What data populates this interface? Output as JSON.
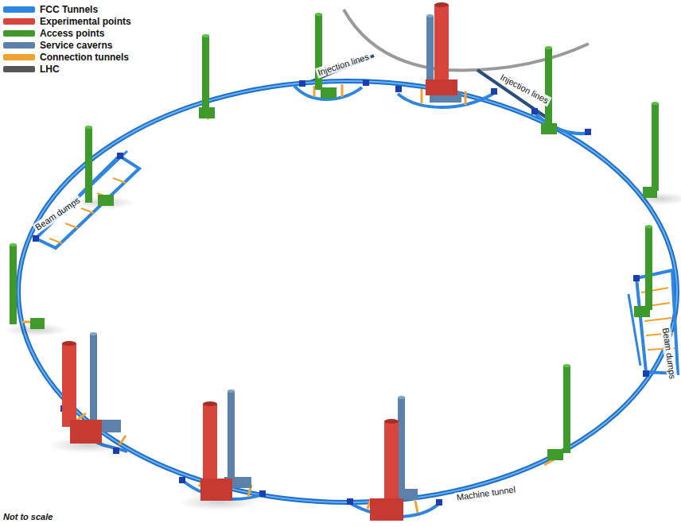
{
  "diagram": {
    "labels": [
      "Injection lines",
      "Injection lines",
      "Beam dumps",
      "Beam dumps",
      "Machine tunnel",
      "Not to scale"
    ],
    "legend": [
      {
        "text": "FCC Tunnels",
        "color": "#2f86e0"
      },
      {
        "text": "Experimental points",
        "color": "#d8453b"
      },
      {
        "text": "Access points",
        "color": "#3f9a2c"
      },
      {
        "text": "Service caverns",
        "color": "#5b80aa"
      },
      {
        "text": "Connection tunnels",
        "color": "#f1a232"
      },
      {
        "text": "LHC",
        "color": "#555555"
      }
    ]
  }
}
